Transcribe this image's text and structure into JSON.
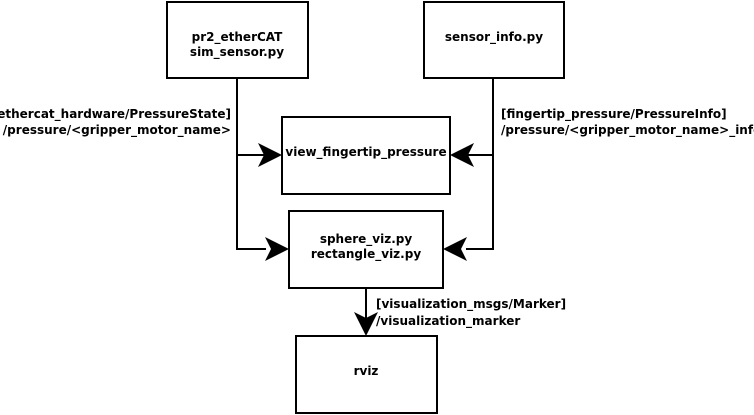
{
  "nodes": {
    "sim_sensor": {
      "line1": "pr2_etherCAT",
      "line2": "sim_sensor.py"
    },
    "sensor_info": {
      "label": "sensor_info.py"
    },
    "view_fingertip": {
      "label": "view_fingertip_pressure"
    },
    "viz": {
      "line1": "sphere_viz.py",
      "line2": "rectangle_viz.py"
    },
    "rviz": {
      "label": "rviz"
    }
  },
  "edges": {
    "pressure_state": {
      "type": "[ethercat_hardware/PressureState]",
      "topic": "/pressure/<gripper_motor_name>"
    },
    "pressure_info": {
      "type": "[fingertip_pressure/PressureInfo]",
      "topic": "/pressure/<gripper_motor_name>_info"
    },
    "marker": {
      "type": "[visualization_msgs/Marker]",
      "topic": "/visualization_marker"
    }
  },
  "colors": {
    "stroke": "#000000",
    "background": "#ffffff"
  }
}
